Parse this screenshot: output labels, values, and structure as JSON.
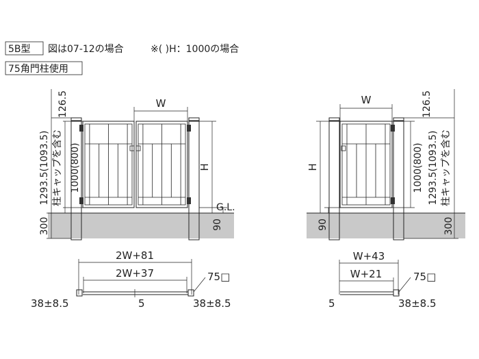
{
  "header": {
    "type_label": "5B型",
    "case_note": "図は07-12の場合",
    "paren_note": "※(  )H：1000の場合",
    "post_label": "75角門柱使用"
  },
  "double_gate": {
    "width_label": "W",
    "height_label": "H",
    "dim_top": "126.5",
    "dim_total_main": "1293.5(1093.5)",
    "dim_total_note": "柱キャップを含む",
    "dim_panel": "1000(800)",
    "dim_buried": "300",
    "dim_ground": "90",
    "ground_label": "G.L."
  },
  "single_gate": {
    "width_label": "W",
    "height_label": "H",
    "dim_top": "126.5",
    "dim_total_main": "1293.5(1093.5)",
    "dim_total_note": "柱キャップを含む",
    "dim_panel": "1000(800)",
    "dim_buried": "300",
    "dim_ground": "90"
  },
  "double_plan": {
    "outer": "2W+81",
    "inner": "2W+37",
    "post": "75□",
    "left_offset": "38±8.5",
    "right_offset": "38±8.5",
    "center_gap": "5"
  },
  "single_plan": {
    "outer": "W+43",
    "inner": "W+21",
    "post": "75□",
    "left_gap": "5",
    "right_offset": "38±8.5"
  }
}
